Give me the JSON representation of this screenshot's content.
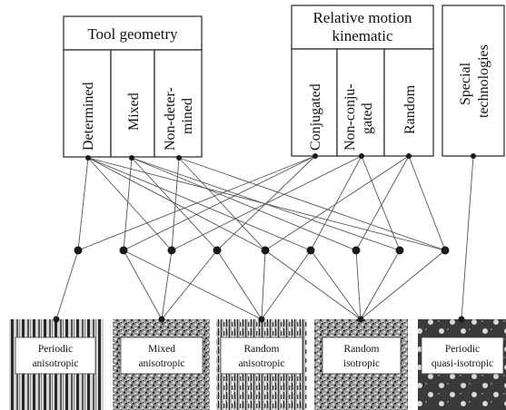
{
  "groups": {
    "tool_geometry": {
      "title": "Tool geometry",
      "items": [
        {
          "line1": "Determined",
          "line2": ""
        },
        {
          "line1": "Mixed",
          "line2": ""
        },
        {
          "line1": "Non-deter-",
          "line2": "mined"
        }
      ]
    },
    "relative_motion": {
      "title_line1": "Relative motion",
      "title_line2": "kinematic",
      "items": [
        {
          "line1": "Conjugated",
          "line2": ""
        },
        {
          "line1": "Non-conju-",
          "line2": "gated"
        },
        {
          "line1": "Random",
          "line2": ""
        }
      ]
    },
    "special": {
      "line1": "Special",
      "line2": "technologies"
    }
  },
  "textures": [
    {
      "line1": "Periodic",
      "line2": "anisotropic",
      "pattern": "stripes"
    },
    {
      "line1": "Mixed",
      "line2": "anisotropic",
      "pattern": "noise"
    },
    {
      "line1": "Random",
      "line2": "anisotropic",
      "pattern": "vnoise"
    },
    {
      "line1": "Random",
      "line2": "isotropic",
      "pattern": "noise"
    },
    {
      "line1": "Periodic",
      "line2": "quasi-isotropic",
      "pattern": "dots"
    }
  ],
  "colors": {
    "line": "#555555",
    "node": "#1a1a1a",
    "border": "#333333"
  }
}
